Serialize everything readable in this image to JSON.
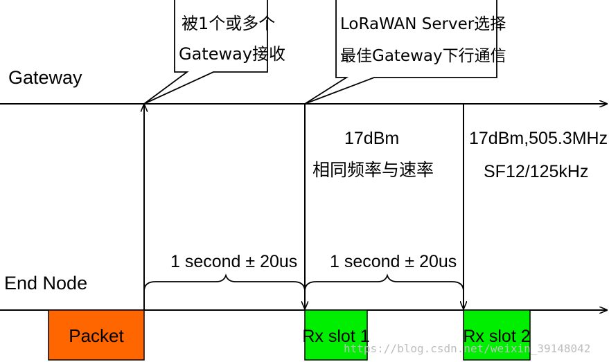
{
  "lanes": {
    "gateway": "Gateway",
    "end_node": "End Node"
  },
  "callouts": {
    "received": [
      "被1个或多个",
      "Gateway接收"
    ],
    "server_select": [
      "LoRaWAN Server选择",
      "最佳Gateway下行通信"
    ]
  },
  "windows": {
    "rx1": [
      "17dBm",
      "相同频率与速率"
    ],
    "rx2": [
      "17dBm,505.3MHz",
      "SF12/125kHz"
    ]
  },
  "delays": {
    "first": "1 second ± 20us",
    "second": "1 second ± 20us"
  },
  "boxes": {
    "packet": {
      "label": "Packet",
      "color": "#ff6600"
    },
    "rx_slot_1": {
      "label": "Rx slot 1",
      "color": "#00ee00"
    },
    "rx_slot_2": {
      "label": "Rx slot 2",
      "color": "#00ee00"
    }
  },
  "watermark": "https://blog.csdn.net/weixin_39148042"
}
